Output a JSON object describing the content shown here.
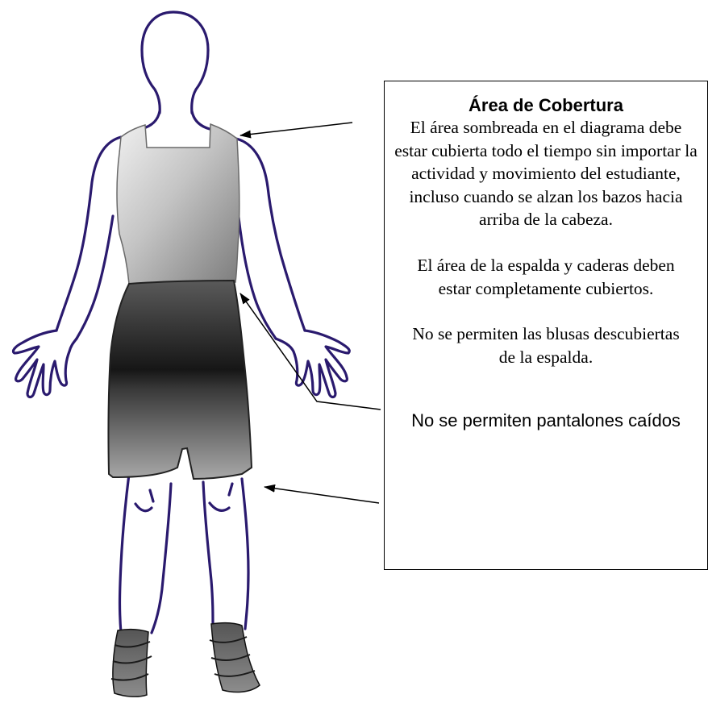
{
  "info_box": {
    "title": "Área de Cobertura",
    "paragraph1": "El área sombreada en el diagrama debe estar cubierta todo el tiempo sin importar la actividad y movimiento del estudiante, incluso cuando se alzan los bazos hacia arriba de la cabeza.",
    "paragraph2": "El área de la espalda y caderas deben estar completamente cubiertos.",
    "paragraph3": "No se permiten las blusas descubiertas de la espalda.",
    "paragraph4": "No se permiten pantalones caídos"
  },
  "colors": {
    "outline": "#2a1a6e",
    "arrow": "#000000",
    "shirt_light": "#f2f2f2",
    "shirt_dark": "#8a8a8a",
    "shorts_dark": "#141414",
    "shorts_light": "#9a9a9a"
  }
}
